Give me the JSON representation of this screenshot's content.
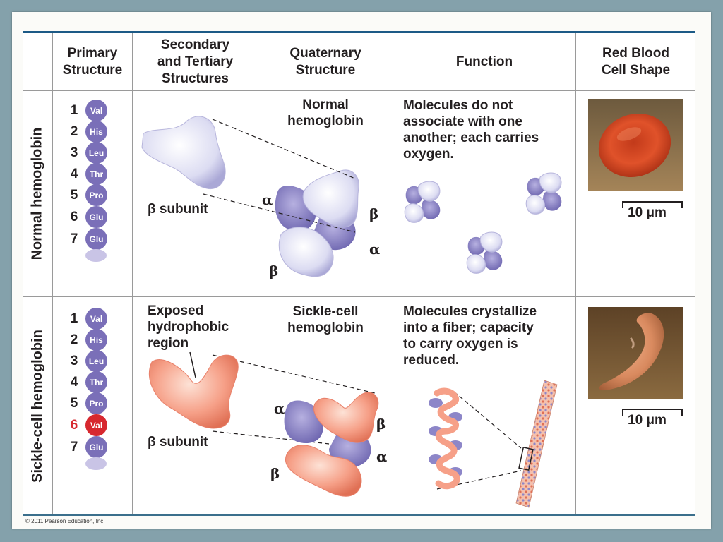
{
  "header": {
    "primary": [
      "Primary",
      "Structure"
    ],
    "secondary": [
      "Secondary",
      "and Tertiary",
      "Structures"
    ],
    "quaternary": [
      "Quaternary",
      "Structure"
    ],
    "function": "Function",
    "rbc": [
      "Red Blood",
      "Cell Shape"
    ]
  },
  "normal": {
    "row_label": "Normal hemoglobin",
    "amino_acids": [
      {
        "n": "1",
        "aa": "Val"
      },
      {
        "n": "2",
        "aa": "His"
      },
      {
        "n": "3",
        "aa": "Leu"
      },
      {
        "n": "4",
        "aa": "Thr"
      },
      {
        "n": "5",
        "aa": "Pro"
      },
      {
        "n": "6",
        "aa": "Glu"
      },
      {
        "n": "7",
        "aa": "Glu"
      }
    ],
    "subunit_label": "β subunit",
    "quaternary_title": [
      "Normal",
      "hemoglobin"
    ],
    "greek": {
      "alpha1": "α",
      "beta1": "β",
      "alpha2": "α",
      "beta2": "β"
    },
    "function_text": [
      "Molecules do not",
      "associate with one",
      "another; each carries",
      "oxygen."
    ],
    "scale_label": "10 μm"
  },
  "sickle": {
    "row_label": "Sickle-cell hemoglobin",
    "amino_acids": [
      {
        "n": "1",
        "aa": "Val"
      },
      {
        "n": "2",
        "aa": "His"
      },
      {
        "n": "3",
        "aa": "Leu"
      },
      {
        "n": "4",
        "aa": "Thr"
      },
      {
        "n": "5",
        "aa": "Pro"
      },
      {
        "n": "6",
        "aa": "Val",
        "mutated": true
      },
      {
        "n": "7",
        "aa": "Glu"
      }
    ],
    "exposed_label": [
      "Exposed",
      "hydrophobic",
      "region"
    ],
    "subunit_label": "β subunit",
    "quaternary_title": [
      "Sickle-cell",
      "hemoglobin"
    ],
    "greek": {
      "alpha1": "α",
      "beta1": "β",
      "alpha2": "α",
      "beta2": "β"
    },
    "function_text": [
      "Molecules crystallize",
      "into a fiber; capacity",
      "to carry oxygen is",
      "reduced."
    ],
    "scale_label": "10 μm"
  },
  "colors": {
    "bead": "#7a6fb8",
    "mutation": "#d7282f",
    "normal_subunit": "#dcdcf2",
    "alpha_subunit": "#8d86c8",
    "sickle_subunit": "#f6a088",
    "normal_rbc": "#c8401e",
    "sickle_rbc": "#d98a5f"
  },
  "copyright": "© 2011 Pearson Education, Inc."
}
